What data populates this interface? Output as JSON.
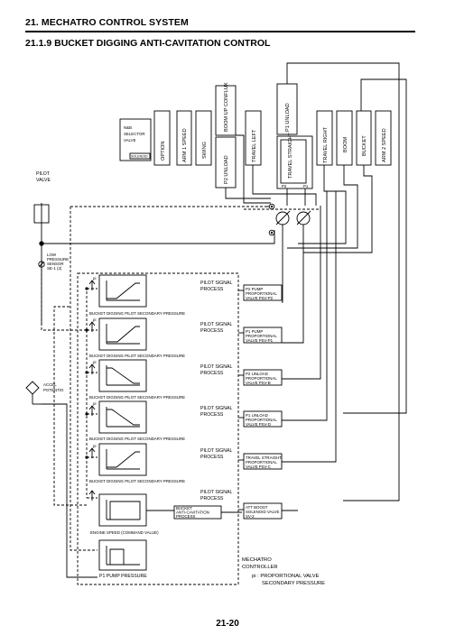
{
  "header": {
    "section_title": "21.  MECHATRO CONTROL SYSTEM",
    "subsection_title": "21.1.9  BUCKET DIGGING ANTI-CAVITATION CONTROL"
  },
  "valve_stack": {
    "selector": [
      "N&B",
      "SELECTOR",
      "VALVE"
    ],
    "selector_solenoid": "SOLENOID",
    "option": "OPTION",
    "arm1_speed": "ARM 1 SPEED",
    "swing": "SWING",
    "boom_up_conflux": "BOOM UP CONFLUX",
    "p2_unload": "P2 UNLOAD",
    "travel_left": "TRAVEL LEFT",
    "p1_unload": "P1 UNLOAD",
    "travel_straight": "TRAVEL STRAIGHT",
    "p2": "P2",
    "p1": "P1",
    "travel_right": "TRAVEL RIGHT",
    "boom": "BOOM",
    "bucket": "BUCKET",
    "arm2_speed": "ARM 2 SPEED"
  },
  "left_labels": {
    "pilot_valve": [
      "PILOT",
      "VALVE"
    ],
    "low_pressure_sensor": [
      "LOW",
      "PRESSURE",
      "SENSOR",
      "SE-1 (2)"
    ],
    "accel_potentio": [
      "ACCEL",
      "POTENTIO"
    ]
  },
  "process_blocks": [
    {
      "pi": "pi",
      "caption": "BUCKET DIGGING PILOT SECONDARY PRESSURE",
      "process": [
        "PILOT SIGNAL",
        "PROCESS"
      ],
      "output": [
        "P2 PUMP",
        "PROPORTIONAL",
        "VALVE PSV-P2"
      ]
    },
    {
      "pi": "pi",
      "caption": "BUCKET DIGGING PILOT SECONDARY PRESSURE",
      "process": [
        "PILOT SIGNAL",
        "PROCESS"
      ],
      "output": [
        "P1 PUMP",
        "PROPORTIONAL",
        "VALVE PSV-P1"
      ]
    },
    {
      "pi": "pi",
      "caption": "BUCKET DIGGING PILOT SECONDARY PRESSURE",
      "process": [
        "PILOT SIGNAL",
        "PROCESS"
      ],
      "output": [
        "P2 UNLOAD",
        "PROPORTIONAL",
        "VALVE PSV-B"
      ]
    },
    {
      "pi": "pi",
      "caption": "BUCKET DIGGING PILOT SECONDARY PRESSURE",
      "process": [
        "PILOT SIGNAL",
        "PROCESS"
      ],
      "output": [
        "P1 UNLOAD",
        "PROPORTIONAL",
        "VALVE PSV-D"
      ]
    },
    {
      "pi": "pi",
      "caption": "BUCKET DIGGING PILOT SECONDARY PRESSURE",
      "process": [
        "PILOT SIGNAL",
        "PROCESS"
      ],
      "output": [
        "TRAVEL STRAIGHT",
        "PROPORTIONAL",
        "VALVE PSV-C"
      ]
    }
  ],
  "engine_block": {
    "caption": "ENGINE SPEED (COMMAND VALUE)",
    "process": [
      "PILOT SIGNAL",
      "PROCESS"
    ],
    "anti_cav": [
      "BUCKET",
      "ANTI-CAVITATION",
      "PROCESS"
    ],
    "output": [
      "ATT BOOST",
      "SOLENOID VALVE",
      "SV-2"
    ]
  },
  "pump_block": {
    "caption": "P1 PUMP PRESSURE"
  },
  "mechatro": {
    "title": [
      "MECHATRO",
      "CONTROLLER"
    ],
    "legend": [
      "pi : PROPORTIONAL VALVE",
      "SECONDARY PRESSURE"
    ]
  },
  "footer": {
    "page": "21-20"
  }
}
